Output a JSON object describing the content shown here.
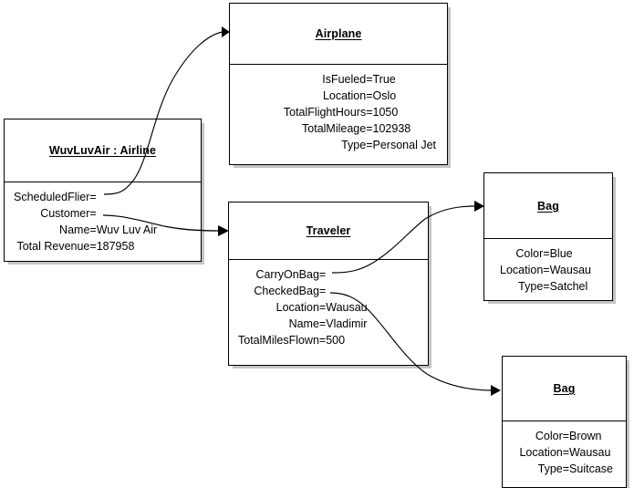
{
  "diagram": {
    "type": "uml-object-diagram",
    "background_color": "#ffffff",
    "line_color": "#000000",
    "shadow_color": "#c4c4c4"
  },
  "objects": {
    "airline": {
      "title": "WuvLuvAir : Airline",
      "attributes": [
        {
          "key": "ScheduledFlier",
          "eq": "=",
          "value": ""
        },
        {
          "key": "Customer",
          "eq": "=",
          "value": ""
        },
        {
          "key": "Name",
          "eq": "=",
          "value": "Wuv Luv Air"
        },
        {
          "key": "Total Revenue",
          "eq": "=",
          "value": "187958"
        }
      ]
    },
    "airplane": {
      "title": "Airplane",
      "attributes": [
        {
          "key": "IsFueled",
          "eq": "=",
          "value": "True"
        },
        {
          "key": "Location",
          "eq": "=",
          "value": "Oslo"
        },
        {
          "key": "TotalFlightHours",
          "eq": "=",
          "value": "1050"
        },
        {
          "key": "TotalMileage",
          "eq": "=",
          "value": "102938"
        },
        {
          "key": "Type",
          "eq": "=",
          "value": "Personal Jet"
        }
      ]
    },
    "traveler": {
      "title": "Traveler",
      "attributes": [
        {
          "key": "CarryOnBag",
          "eq": "=",
          "value": ""
        },
        {
          "key": "CheckedBag",
          "eq": "=",
          "value": ""
        },
        {
          "key": "Location",
          "eq": "=",
          "value": "Wausau"
        },
        {
          "key": "Name",
          "eq": "=",
          "value": "Vladimir"
        },
        {
          "key": "TotalMilesFlown",
          "eq": "=",
          "value": "500"
        }
      ]
    },
    "bag_carryon": {
      "title": "Bag",
      "attributes": [
        {
          "key": "Color",
          "eq": "=",
          "value": "Blue"
        },
        {
          "key": "Location",
          "eq": "=",
          "value": "Wausau"
        },
        {
          "key": "Type",
          "eq": "=",
          "value": "Satchel"
        }
      ]
    },
    "bag_checked": {
      "title": "Bag",
      "attributes": [
        {
          "key": "Color",
          "eq": "=",
          "value": "Brown"
        },
        {
          "key": "Location",
          "eq": "=",
          "value": "Wausau"
        },
        {
          "key": "Type",
          "eq": "=",
          "value": "Suitcase"
        }
      ]
    }
  },
  "links": [
    {
      "from": "airline.ScheduledFlier",
      "to": "airplane",
      "style": "curved-arrow"
    },
    {
      "from": "airline.Customer",
      "to": "traveler",
      "style": "curved-arrow"
    },
    {
      "from": "traveler.CarryOnBag",
      "to": "bag_carryon",
      "style": "curved-arrow"
    },
    {
      "from": "traveler.CheckedBag",
      "to": "bag_checked",
      "style": "curved-arrow"
    }
  ]
}
